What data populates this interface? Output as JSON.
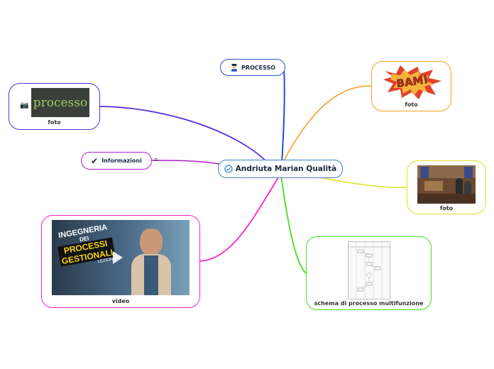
{
  "center": {
    "title": "Andriuta Marian Qualità"
  },
  "nodes": {
    "processo": {
      "label": "PROCESSO"
    },
    "foto_processo": {
      "image_text": "processo",
      "caption": "foto"
    },
    "informazioni": {
      "label": "Informazioni",
      "note_glyph": "≡"
    },
    "video": {
      "caption": "video",
      "thumb_lines": [
        "INGEGNERIA",
        "DEI",
        "PROCESSI",
        "GESTIONALI",
        "LEZIONE"
      ]
    },
    "foto_bam": {
      "image_text": "BAM!",
      "caption": "foto"
    },
    "foto_tribunale": {
      "caption": "foto"
    },
    "schema": {
      "caption": "schema di processo multifunzione"
    }
  },
  "colors": {
    "processo": "#2a4fc8",
    "foto_processo": "#5a2ee0",
    "informazioni": "#b020c8",
    "video": "#ff20c8",
    "foto_bam": "#f5a020",
    "foto_tribunale": "#dde020",
    "schema": "#48dd20",
    "center": "#3b82c4"
  }
}
